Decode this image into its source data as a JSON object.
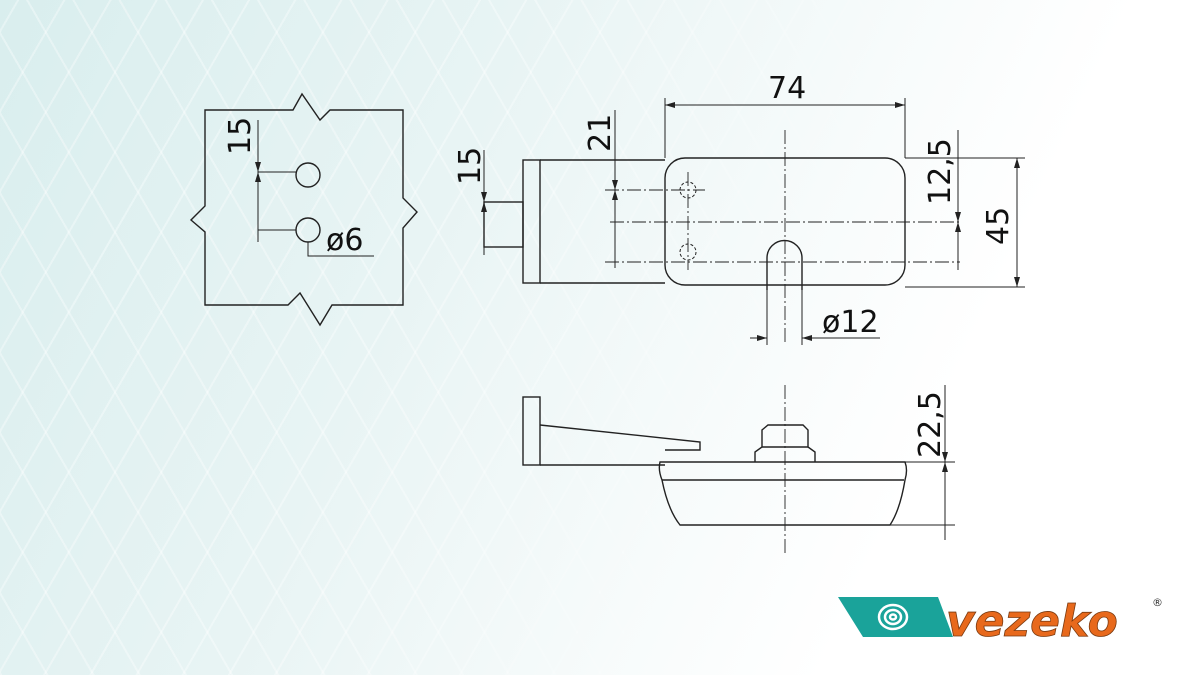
{
  "drawing": {
    "mounting_view": {
      "hole_spacing": "15",
      "hole_diameter": "ø6"
    },
    "top_view": {
      "length": "74",
      "hole_offset": "21",
      "bracket_width": "15",
      "center_offset": "12,5",
      "width": "45",
      "slot_diameter": "ø12"
    },
    "side_view": {
      "height": "22,5"
    }
  },
  "logo": {
    "text": "vezeko",
    "registered": "®",
    "colors": {
      "teal": "#1aa39a",
      "orange": "#e8691c"
    }
  }
}
